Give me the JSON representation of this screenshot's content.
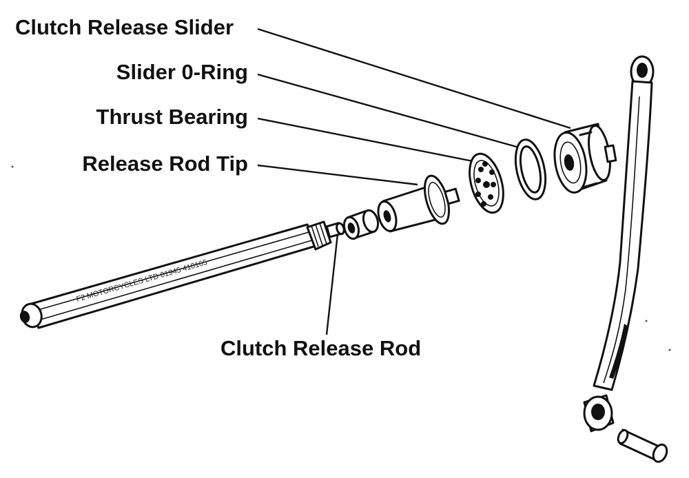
{
  "labels": {
    "clutch_release_slider": "Clutch Release Slider",
    "slider_o_ring": "Slider 0-Ring",
    "thrust_bearing": "Thrust Bearing",
    "release_rod_tip": "Release Rod Tip",
    "clutch_release_rod": "Clutch Release Rod"
  },
  "watermark": "F2 MOTORCYCLES LTD 01945 410165"
}
